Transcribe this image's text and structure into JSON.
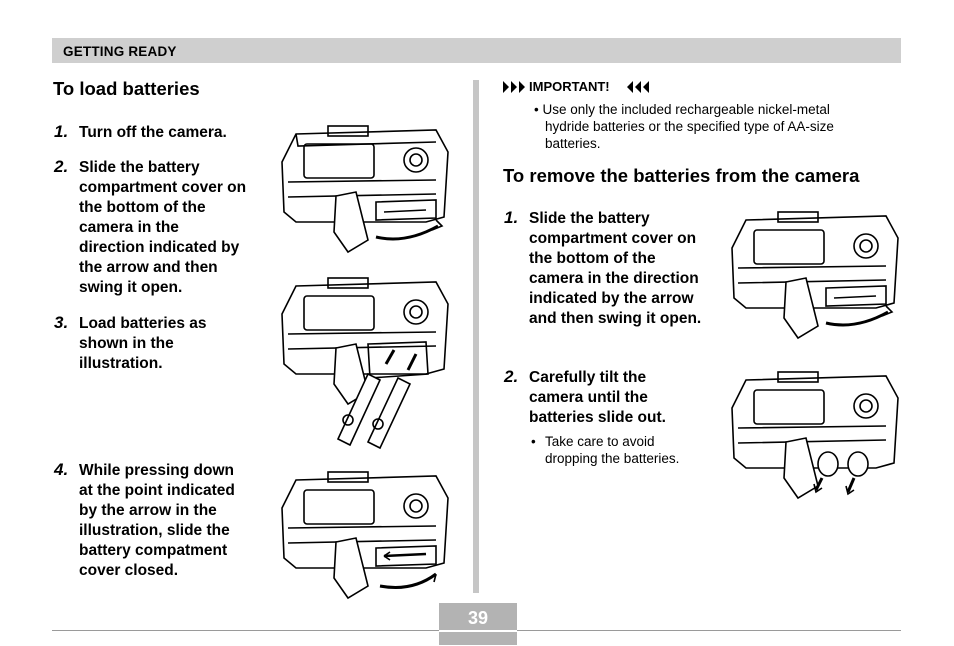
{
  "header": {
    "section": "GETTING READY"
  },
  "left": {
    "title": "To load batteries",
    "steps": [
      {
        "num": "1.",
        "text": "Turn off the camera."
      },
      {
        "num": "2.",
        "lines": [
          "Slide the battery",
          "compartment cover on",
          "the bottom of the",
          "camera in the",
          "direction indicated by",
          "the arrow and then",
          "swing it open."
        ]
      },
      {
        "num": "3.",
        "lines": [
          "Load batteries as",
          "shown in the",
          "illustration."
        ]
      },
      {
        "num": "4.",
        "lines": [
          "While pressing down",
          "at the point indicated",
          "by the arrow in the",
          "illustration, slide the",
          "battery compatment",
          "cover closed."
        ]
      }
    ]
  },
  "right": {
    "important_label": "IMPORTANT!",
    "important_lines": [
      "• Use only the included rechargeable nickel-metal",
      "hydride batteries or the specified type of AA-size",
      "batteries."
    ],
    "title": "To remove the batteries from the camera",
    "steps": [
      {
        "num": "1.",
        "lines": [
          "Slide the battery",
          "compartment cover on",
          "the bottom of the",
          "camera in the direction",
          "indicated by the arrow",
          "and then swing it open."
        ]
      },
      {
        "num": "2.",
        "lines": [
          "Carefully tilt the",
          "camera until the",
          "batteries slide out."
        ],
        "note_bullet": "•",
        "note_lines": [
          "Take care to avoid",
          "dropping the batteries."
        ]
      }
    ]
  },
  "footer": {
    "page": "39"
  }
}
